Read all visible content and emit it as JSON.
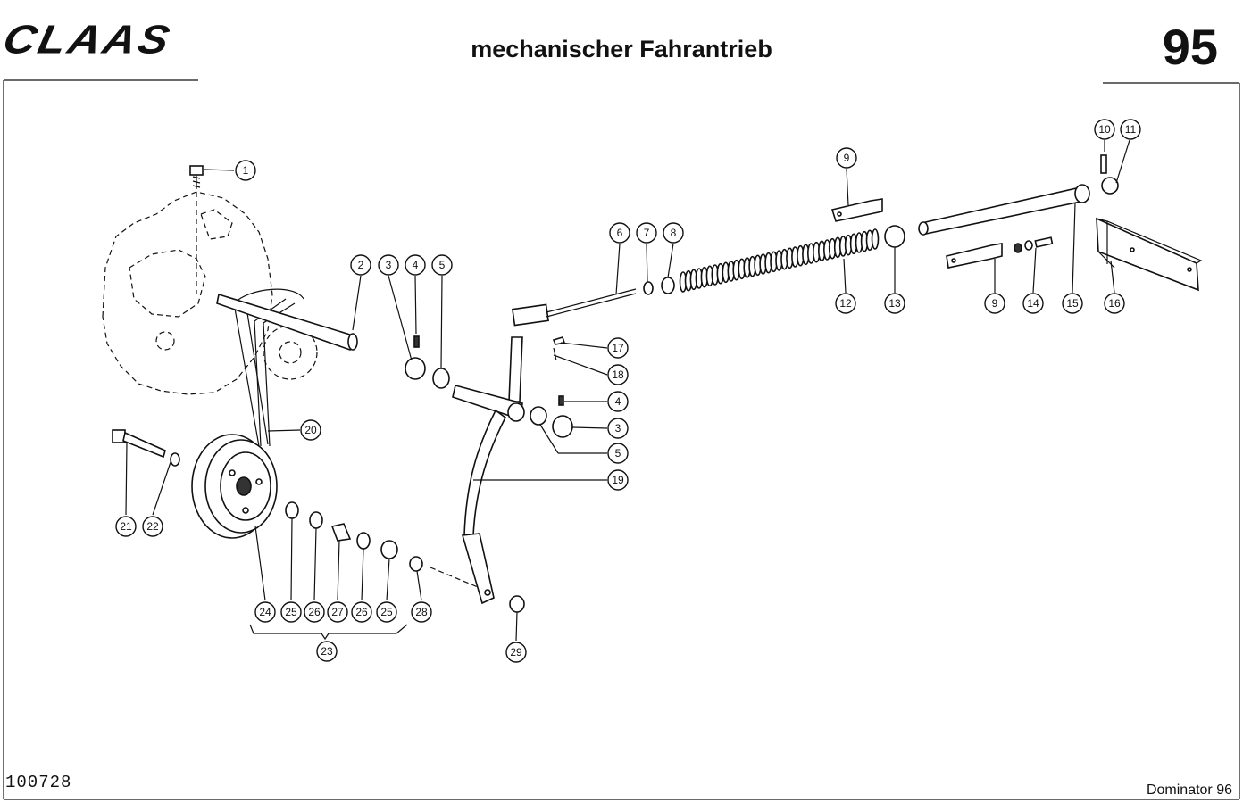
{
  "header": {
    "brand": "CLAAS",
    "title": "mechanischer Fahrantrieb",
    "page_number": "95"
  },
  "footer": {
    "doc_number": "100728",
    "model": "Dominator 96"
  },
  "callouts": [
    {
      "label": "1"
    },
    {
      "label": "2"
    },
    {
      "label": "3"
    },
    {
      "label": "4"
    },
    {
      "label": "5"
    },
    {
      "label": "6"
    },
    {
      "label": "7"
    },
    {
      "label": "8"
    },
    {
      "label": "9"
    },
    {
      "label": "10"
    },
    {
      "label": "11"
    },
    {
      "label": "12"
    },
    {
      "label": "13"
    },
    {
      "label": "9"
    },
    {
      "label": "14"
    },
    {
      "label": "15"
    },
    {
      "label": "16"
    },
    {
      "label": "17"
    },
    {
      "label": "18"
    },
    {
      "label": "4"
    },
    {
      "label": "3"
    },
    {
      "label": "5"
    },
    {
      "label": "19"
    },
    {
      "label": "20"
    },
    {
      "label": "21"
    },
    {
      "label": "22"
    },
    {
      "label": "24"
    },
    {
      "label": "25"
    },
    {
      "label": "26"
    },
    {
      "label": "27"
    },
    {
      "label": "26"
    },
    {
      "label": "25"
    },
    {
      "label": "28"
    },
    {
      "label": "23"
    },
    {
      "label": "29"
    }
  ]
}
